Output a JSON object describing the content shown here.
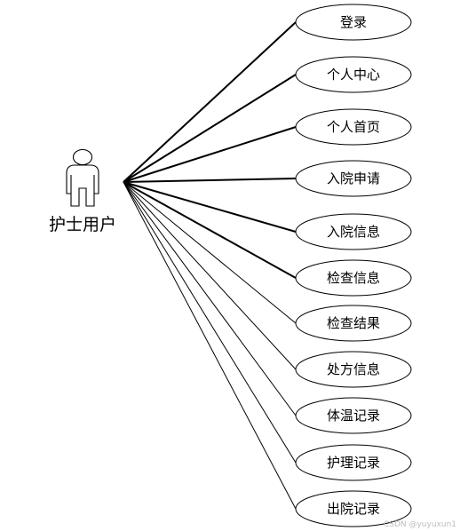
{
  "actor": {
    "label": "护士用户"
  },
  "use_cases": [
    {
      "label": "登录"
    },
    {
      "label": "个人中心"
    },
    {
      "label": "个人首页"
    },
    {
      "label": "入院申请"
    },
    {
      "label": "入院信息"
    },
    {
      "label": "检查信息"
    },
    {
      "label": "检查结果"
    },
    {
      "label": "处方信息"
    },
    {
      "label": "体温记录"
    },
    {
      "label": "护理记录"
    },
    {
      "label": "出院记录"
    }
  ],
  "watermark": "CSDN @yuyuxun1",
  "colors": {
    "stroke": "#000000",
    "fill": "#ffffff"
  }
}
